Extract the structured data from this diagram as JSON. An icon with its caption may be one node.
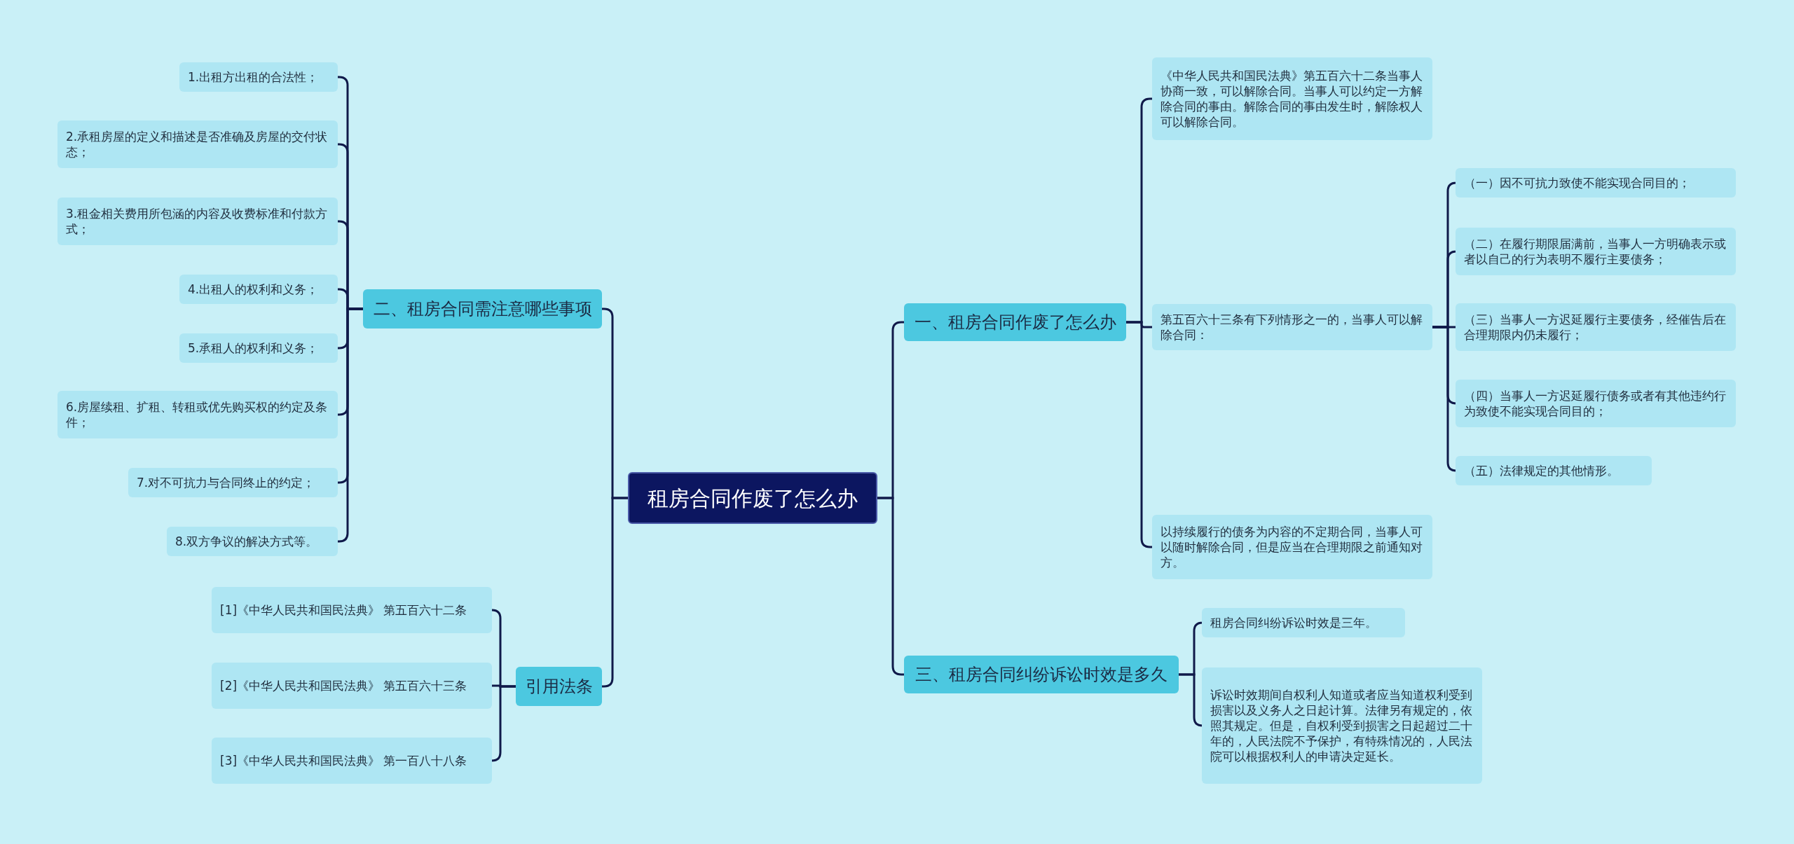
{
  "diagram": {
    "nodes": [
      {
        "text": [
          "租房合同作废了怎么办"
        ]
      },
      {
        "text": [
          "一、租房合同作废了怎么办"
        ]
      },
      {
        "text": [
          "《中华人民共和国民法典》第五百六十二条当事人协商一致，可以解除合同。当事人可以约定一方解除合同的事由。解除合同的事由发生时，解除权人可以解除合同。"
        ]
      },
      {
        "text": [
          "第五百六十三条有下列情形之一的，当事人可以解除合同："
        ]
      },
      {
        "text": [
          "（一）因不可抗力致使不能实现合同目的；"
        ]
      },
      {
        "text": [
          "（二）在履行期限届满前，当事人一方明确表示或者以自己的行为表明不履行主要债务；"
        ]
      },
      {
        "text": [
          "（三）当事人一方迟延履行主要债务，经催告后在合理期限内仍未履行；"
        ]
      },
      {
        "text": [
          "（四）当事人一方迟延履行债务或者有其他违约行为致使不能实现合同目的；"
        ]
      },
      {
        "text": [
          "（五）法律规定的其他情形。"
        ]
      },
      {
        "text": [
          "以持续履行的债务为内容的不定期合同，当事人可以随时解除合同，但是应当在合理期限之前通知对方。"
        ]
      },
      {
        "text": [
          "三、租房合同纠纷诉讼时效是多久"
        ]
      },
      {
        "text": [
          "租房合同纠纷诉讼时效是三年。"
        ]
      },
      {
        "text": [
          "诉讼时效期间自权利人知道或者应当知道权利受到损害以及义务人之日起计算。法律另有规定的，依照其规定。但是，自权利受到损害之日起超过二十年的，人民法院不予保护，有特殊情况的，人民法院可以根据权利人的申请决定延长。"
        ]
      },
      {
        "text": [
          "二、租房合同需注意哪些事项"
        ]
      },
      {
        "text": [
          "1.出租方出租的合法性；"
        ]
      },
      {
        "text": [
          "2.承租房屋的定义和描述是否准确及房屋的交付状态；"
        ]
      },
      {
        "text": [
          "3.租金相关费用所包涵的内容及收费标准和付款方式；"
        ]
      },
      {
        "text": [
          "4.出租人的权利和义务；"
        ]
      },
      {
        "text": [
          "5.承租人的权利和义务；"
        ]
      },
      {
        "text": [
          "6.房屋续租、扩租、转租或优先购买权的约定及条件；"
        ]
      },
      {
        "text": [
          "7.对不可抗力与合同终止的约定；"
        ]
      },
      {
        "text": [
          "8.双方争议的解决方式等。"
        ]
      },
      {
        "text": [
          "引用法条"
        ]
      },
      {
        "text": [
          "[1]《中华人民共和国民法典》 第五百六十二条"
        ]
      },
      {
        "text": [
          "[2]《中华人民共和国民法典》 第五百六十三条"
        ]
      },
      {
        "text": [
          "[3]《中华人民共和国民法典》 第一百八十八条"
        ]
      }
    ],
    "edges": [
      {
        "from": 0,
        "to": 1,
        "arrow": "none"
      },
      {
        "from": 0,
        "to": 10,
        "arrow": "none"
      },
      {
        "from": 0,
        "to": 13,
        "arrow": "none"
      },
      {
        "from": 0,
        "to": 22,
        "arrow": "none"
      },
      {
        "from": 1,
        "to": 2,
        "arrow": "none"
      },
      {
        "from": 1,
        "to": 3,
        "arrow": "none"
      },
      {
        "from": 1,
        "to": 9,
        "arrow": "none"
      },
      {
        "from": 3,
        "to": 4,
        "arrow": "none"
      },
      {
        "from": 3,
        "to": 5,
        "arrow": "none"
      },
      {
        "from": 3,
        "to": 6,
        "arrow": "none"
      },
      {
        "from": 3,
        "to": 7,
        "arrow": "none"
      },
      {
        "from": 3,
        "to": 8,
        "arrow": "none"
      },
      {
        "from": 10,
        "to": 11,
        "arrow": "none"
      },
      {
        "from": 10,
        "to": 12,
        "arrow": "none"
      },
      {
        "from": 13,
        "to": 14,
        "arrow": "none"
      },
      {
        "from": 13,
        "to": 15,
        "arrow": "none"
      },
      {
        "from": 13,
        "to": 16,
        "arrow": "none"
      },
      {
        "from": 13,
        "to": 17,
        "arrow": "none"
      },
      {
        "from": 13,
        "to": 18,
        "arrow": "none"
      },
      {
        "from": 13,
        "to": 19,
        "arrow": "none"
      },
      {
        "from": 13,
        "to": 20,
        "arrow": "none"
      },
      {
        "from": 13,
        "to": 21,
        "arrow": "none"
      },
      {
        "from": 22,
        "to": 23,
        "arrow": "none"
      },
      {
        "from": 22,
        "to": 24,
        "arrow": "none"
      },
      {
        "from": 22,
        "to": 25,
        "arrow": "none"
      }
    ]
  }
}
